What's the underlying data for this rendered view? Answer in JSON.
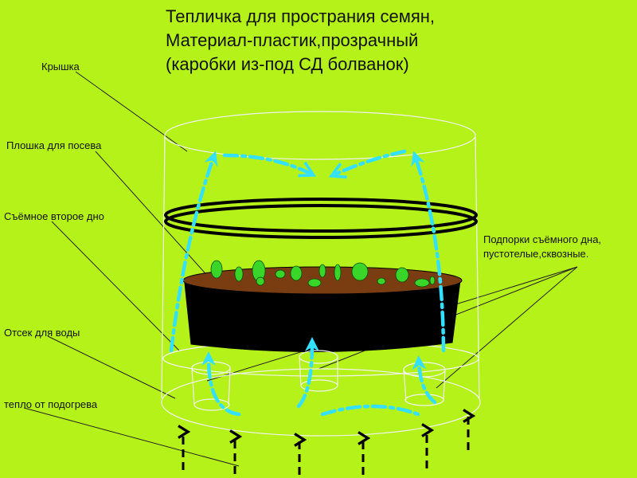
{
  "title": {
    "line1": "Тепличка для пространия семян,",
    "line2": "Материал-пластик,прозрачный",
    "line3": "(каробки из-под СД болванок)"
  },
  "labels": {
    "lid": "Крышка",
    "seed_tray": "Плошка для посева",
    "removable_bottom": "Съёмное второе дно",
    "supports_line1": "Подпорки съёмного дна,",
    "supports_line2": "пустотелые,сквозные.",
    "water_compartment": "Отсек для воды",
    "heat": "тепло от подогрева"
  },
  "colors": {
    "background": "#b5f21a",
    "soil": "#7a3d12",
    "tray": "#000000",
    "air_arrow": "#33e0ff",
    "sprout": "#39d629",
    "ring": "#000000"
  }
}
